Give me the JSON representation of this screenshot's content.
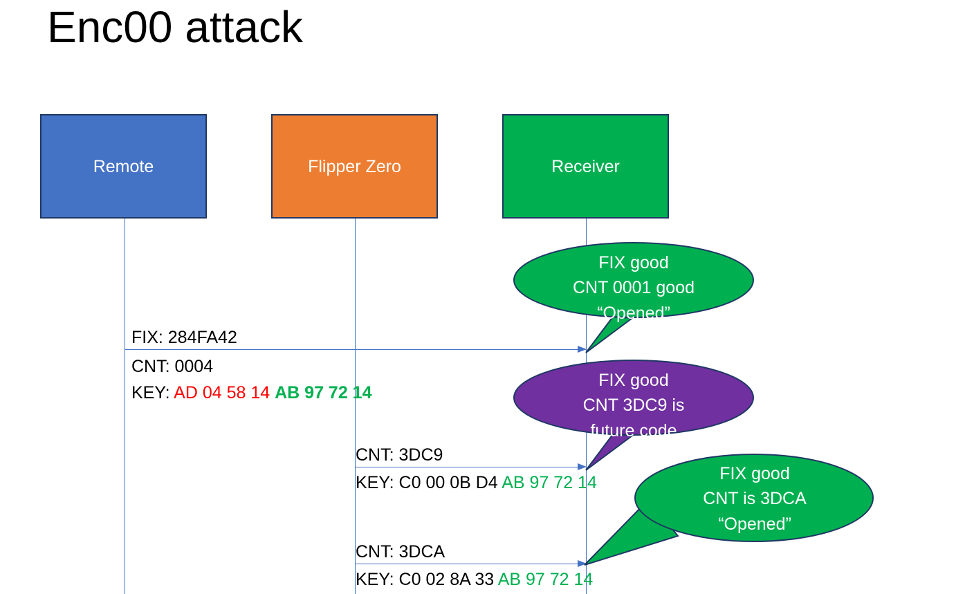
{
  "slide": {
    "title": "Enc00 attack",
    "background_color": "#FFFFFF"
  },
  "colors": {
    "remote_blue": "#4472C4",
    "flipper_orange": "#ED7D31",
    "receiver_green": "#00B050",
    "future_purple": "#7030A0",
    "box_outline": "#1F3864",
    "hex_red": "#FF0000",
    "hex_green": "#00B050",
    "lifeline": "#4472C4",
    "text_black": "#000000"
  },
  "actors": [
    {
      "id": "remote",
      "label": "Remote",
      "color": "#4472C4"
    },
    {
      "id": "flipper",
      "label": "Flipper Zero",
      "color": "#ED7D31"
    },
    {
      "id": "receiver",
      "label": "Receiver",
      "color": "#00B050"
    }
  ],
  "messages": [
    {
      "id": "msg1",
      "from": "remote",
      "to": "receiver",
      "fix_line": "FIX: 284FA42",
      "cnt_line": "CNT: 0004",
      "key_label": "KEY: ",
      "key_red": "AD 04 58 14",
      "key_green": "AB 97 72 14"
    },
    {
      "id": "msg2",
      "from": "flipper",
      "to": "receiver",
      "cnt_line": "CNT: 3DC9",
      "key_label": "KEY: C0 00 0B D4 ",
      "key_green": "AB 97 72 14"
    },
    {
      "id": "msg3",
      "from": "flipper",
      "to": "receiver",
      "cnt_line": "CNT: 3DCA",
      "key_label": "KEY: C0 02 8A 33 ",
      "key_green": "AB 97 72 14"
    }
  ],
  "callouts": [
    {
      "id": "callout1",
      "color": "#00B050",
      "line1": "FIX good",
      "line2": "CNT 0001 good",
      "line3": "“Opened”"
    },
    {
      "id": "callout2",
      "color": "#7030A0",
      "line1": "FIX good",
      "line2": "CNT 3DC9 is",
      "line3": "future code"
    },
    {
      "id": "callout3",
      "color": "#00B050",
      "line1": "FIX good",
      "line2": "CNT is 3DCA",
      "line3": "“Opened”"
    }
  ]
}
